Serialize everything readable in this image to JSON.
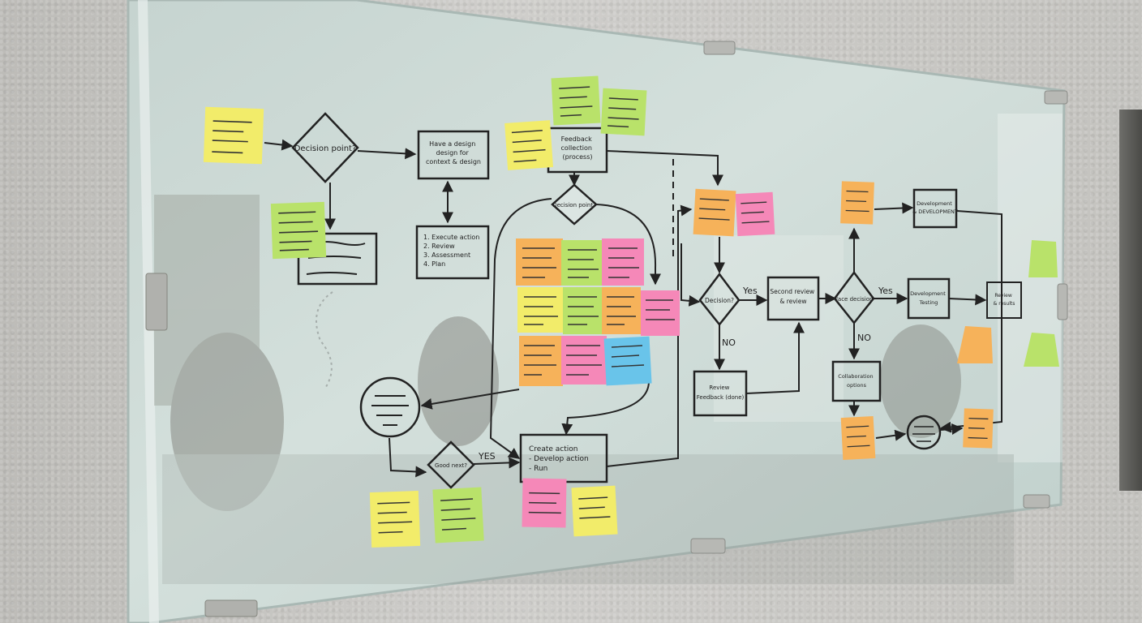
{
  "labels": {
    "decision_point_1": "Decision point?",
    "decision_point_2": "Decision point?",
    "decision_3": "Decision?",
    "decision_4": "Face decision",
    "decision_5": "Good next?",
    "yes_1": "Yes",
    "yes_2": "Yes",
    "yes_3": "YES",
    "no_1": "NO",
    "no_2": "NO",
    "box_design": [
      "Have a design",
      "design for",
      "context & design"
    ],
    "box_execute": [
      "1. Execute action",
      "2. Review",
      "3. Assessment",
      "4. Plan"
    ],
    "box_feedback": [
      "Feedback",
      "collection",
      "(process)"
    ],
    "box_second_review": [
      "Second review",
      "& review"
    ],
    "box_development_1": [
      "Development",
      "& DEVELOPMENT"
    ],
    "box_development_testing": [
      "Development",
      "Testing"
    ],
    "box_review_feedback": [
      "Review",
      "Feedback (done)"
    ],
    "box_collaboration": [
      "Collaboration",
      "options"
    ],
    "box_create_action": [
      "Create action",
      "- Develop action",
      "- Run"
    ],
    "box_review_final": [
      "Review",
      "& results"
    ]
  },
  "colors": {
    "yellow": "#f2ec6a",
    "lime": "#b9e26a",
    "orange": "#f6b25a",
    "pink": "#f588b8",
    "blue": "#69c4ea",
    "ink": "#222222",
    "glass": "#cfdcd8"
  }
}
